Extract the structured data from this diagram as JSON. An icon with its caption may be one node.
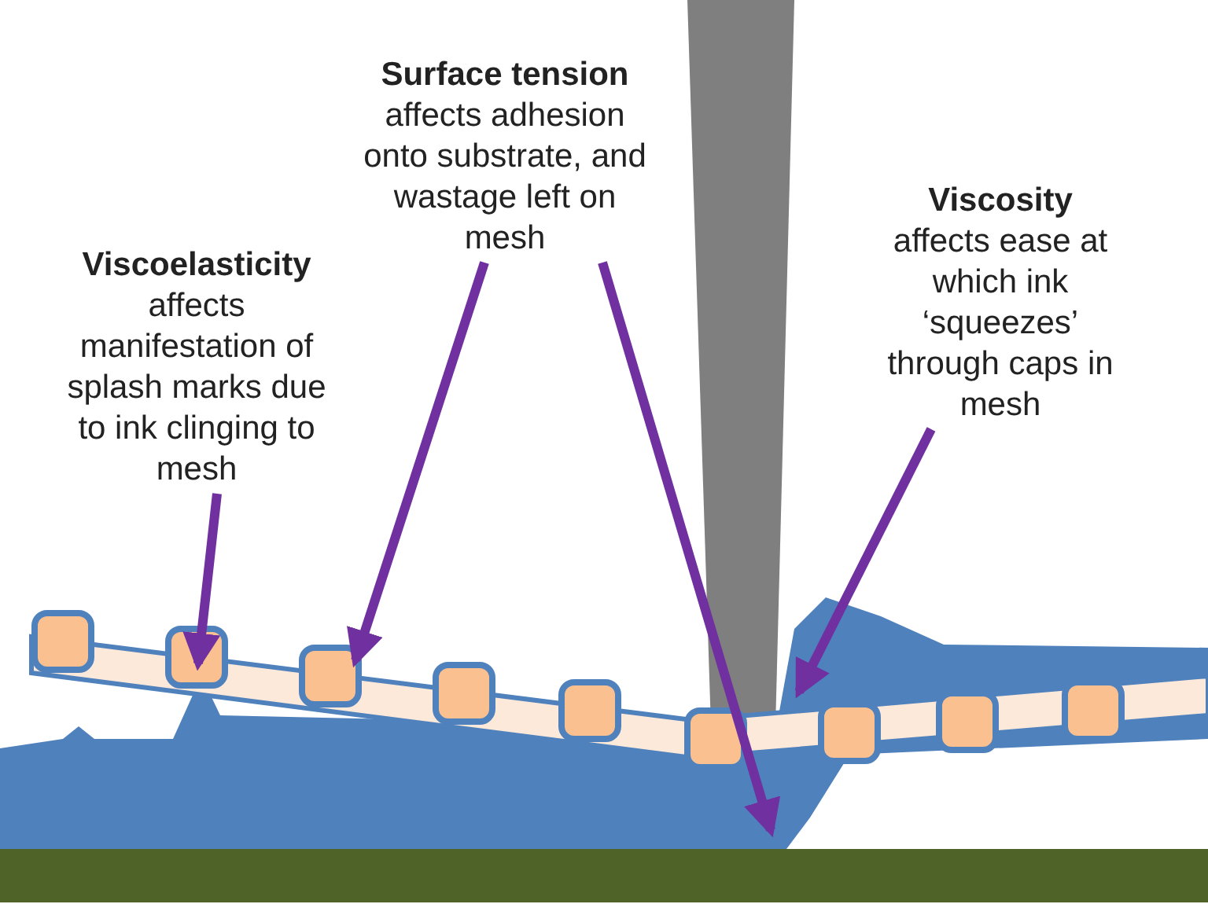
{
  "diagram": {
    "nodes": [
      {
        "text": [
          "Viscoelasticity",
          "affects manifestation of splash marks due to ink clinging to mesh"
        ]
      },
      {
        "text": [
          "Surface tension",
          "affects adhesion onto substrate, and wastage left on mesh"
        ]
      },
      {
        "text": [
          "Viscosity",
          "affects ease at which ink ‘squeezes’ through caps in mesh"
        ]
      }
    ],
    "edges": [
      {
        "from": 0,
        "to": null,
        "arrow": "to"
      },
      {
        "from": 1,
        "to": null,
        "arrow": "to"
      },
      {
        "from": 1,
        "to": null,
        "arrow": "to"
      },
      {
        "from": 2,
        "to": null,
        "arrow": "to"
      }
    ]
  }
}
